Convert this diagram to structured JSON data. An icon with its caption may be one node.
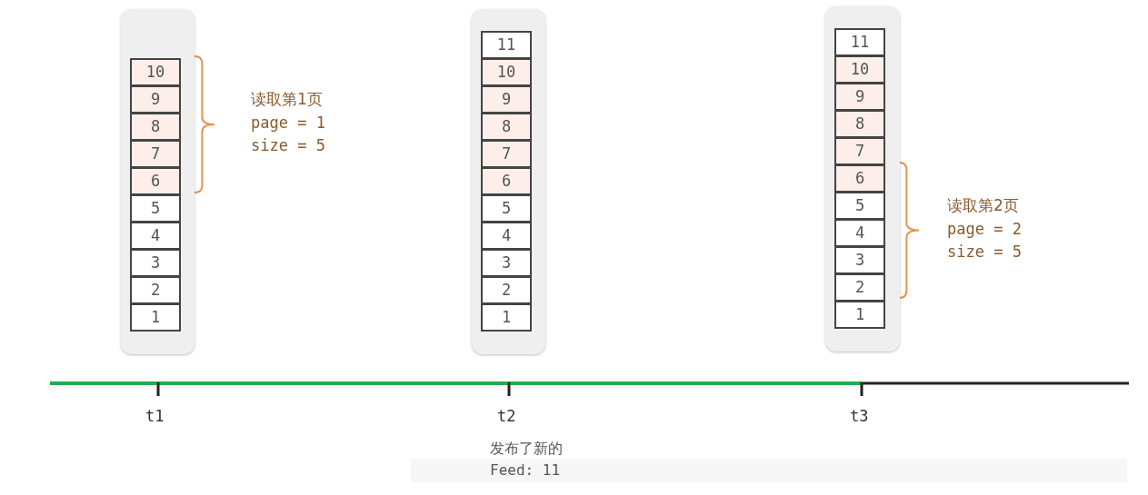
{
  "diagram": {
    "nodes": [
      {
        "text": [],
        "shape": "box"
      },
      {
        "text": [
          "10"
        ],
        "in": 0
      },
      {
        "text": [
          "9"
        ],
        "in": 0
      },
      {
        "text": [
          "8"
        ],
        "in": 0
      },
      {
        "text": [
          "7"
        ],
        "in": 0
      },
      {
        "text": [
          "6"
        ],
        "in": 0
      },
      {
        "text": [
          "5"
        ],
        "in": 0
      },
      {
        "text": [
          "4"
        ],
        "in": 0
      },
      {
        "text": [
          "3"
        ],
        "in": 0
      },
      {
        "text": [
          "2"
        ],
        "in": 0
      },
      {
        "text": [
          "1"
        ],
        "in": 0
      },
      {
        "text": [],
        "shape": "box"
      },
      {
        "text": [
          "11"
        ],
        "in": 11
      },
      {
        "text": [
          "10"
        ],
        "in": 11
      },
      {
        "text": [
          "9"
        ],
        "in": 11
      },
      {
        "text": [
          "8"
        ],
        "in": 11
      },
      {
        "text": [
          "7"
        ],
        "in": 11
      },
      {
        "text": [
          "6"
        ],
        "in": 11
      },
      {
        "text": [
          "5"
        ],
        "in": 11
      },
      {
        "text": [
          "4"
        ],
        "in": 11
      },
      {
        "text": [
          "3"
        ],
        "in": 11
      },
      {
        "text": [
          "2"
        ],
        "in": 11
      },
      {
        "text": [
          "1"
        ],
        "in": 11
      },
      {
        "text": [],
        "shape": "box"
      },
      {
        "text": [
          "11"
        ],
        "in": 23
      },
      {
        "text": [
          "10"
        ],
        "in": 23
      },
      {
        "text": [
          "9"
        ],
        "in": 23
      },
      {
        "text": [
          "8"
        ],
        "in": 23
      },
      {
        "text": [
          "7"
        ],
        "in": 23
      },
      {
        "text": [
          "6"
        ],
        "in": 23
      },
      {
        "text": [
          "5"
        ],
        "in": 23
      },
      {
        "text": [
          "4"
        ],
        "in": 23
      },
      {
        "text": [
          "3"
        ],
        "in": 23
      },
      {
        "text": [
          "2"
        ],
        "in": 23
      },
      {
        "text": [
          "1"
        ],
        "in": 23
      }
    ],
    "edges": [],
    "labels": [
      "读取第1页",
      "page = 1",
      "size = 5",
      "读取第2页",
      "page = 2",
      "size = 5",
      "t1",
      "t2",
      "t3",
      "发布了新的 Feed: 11"
    ]
  }
}
